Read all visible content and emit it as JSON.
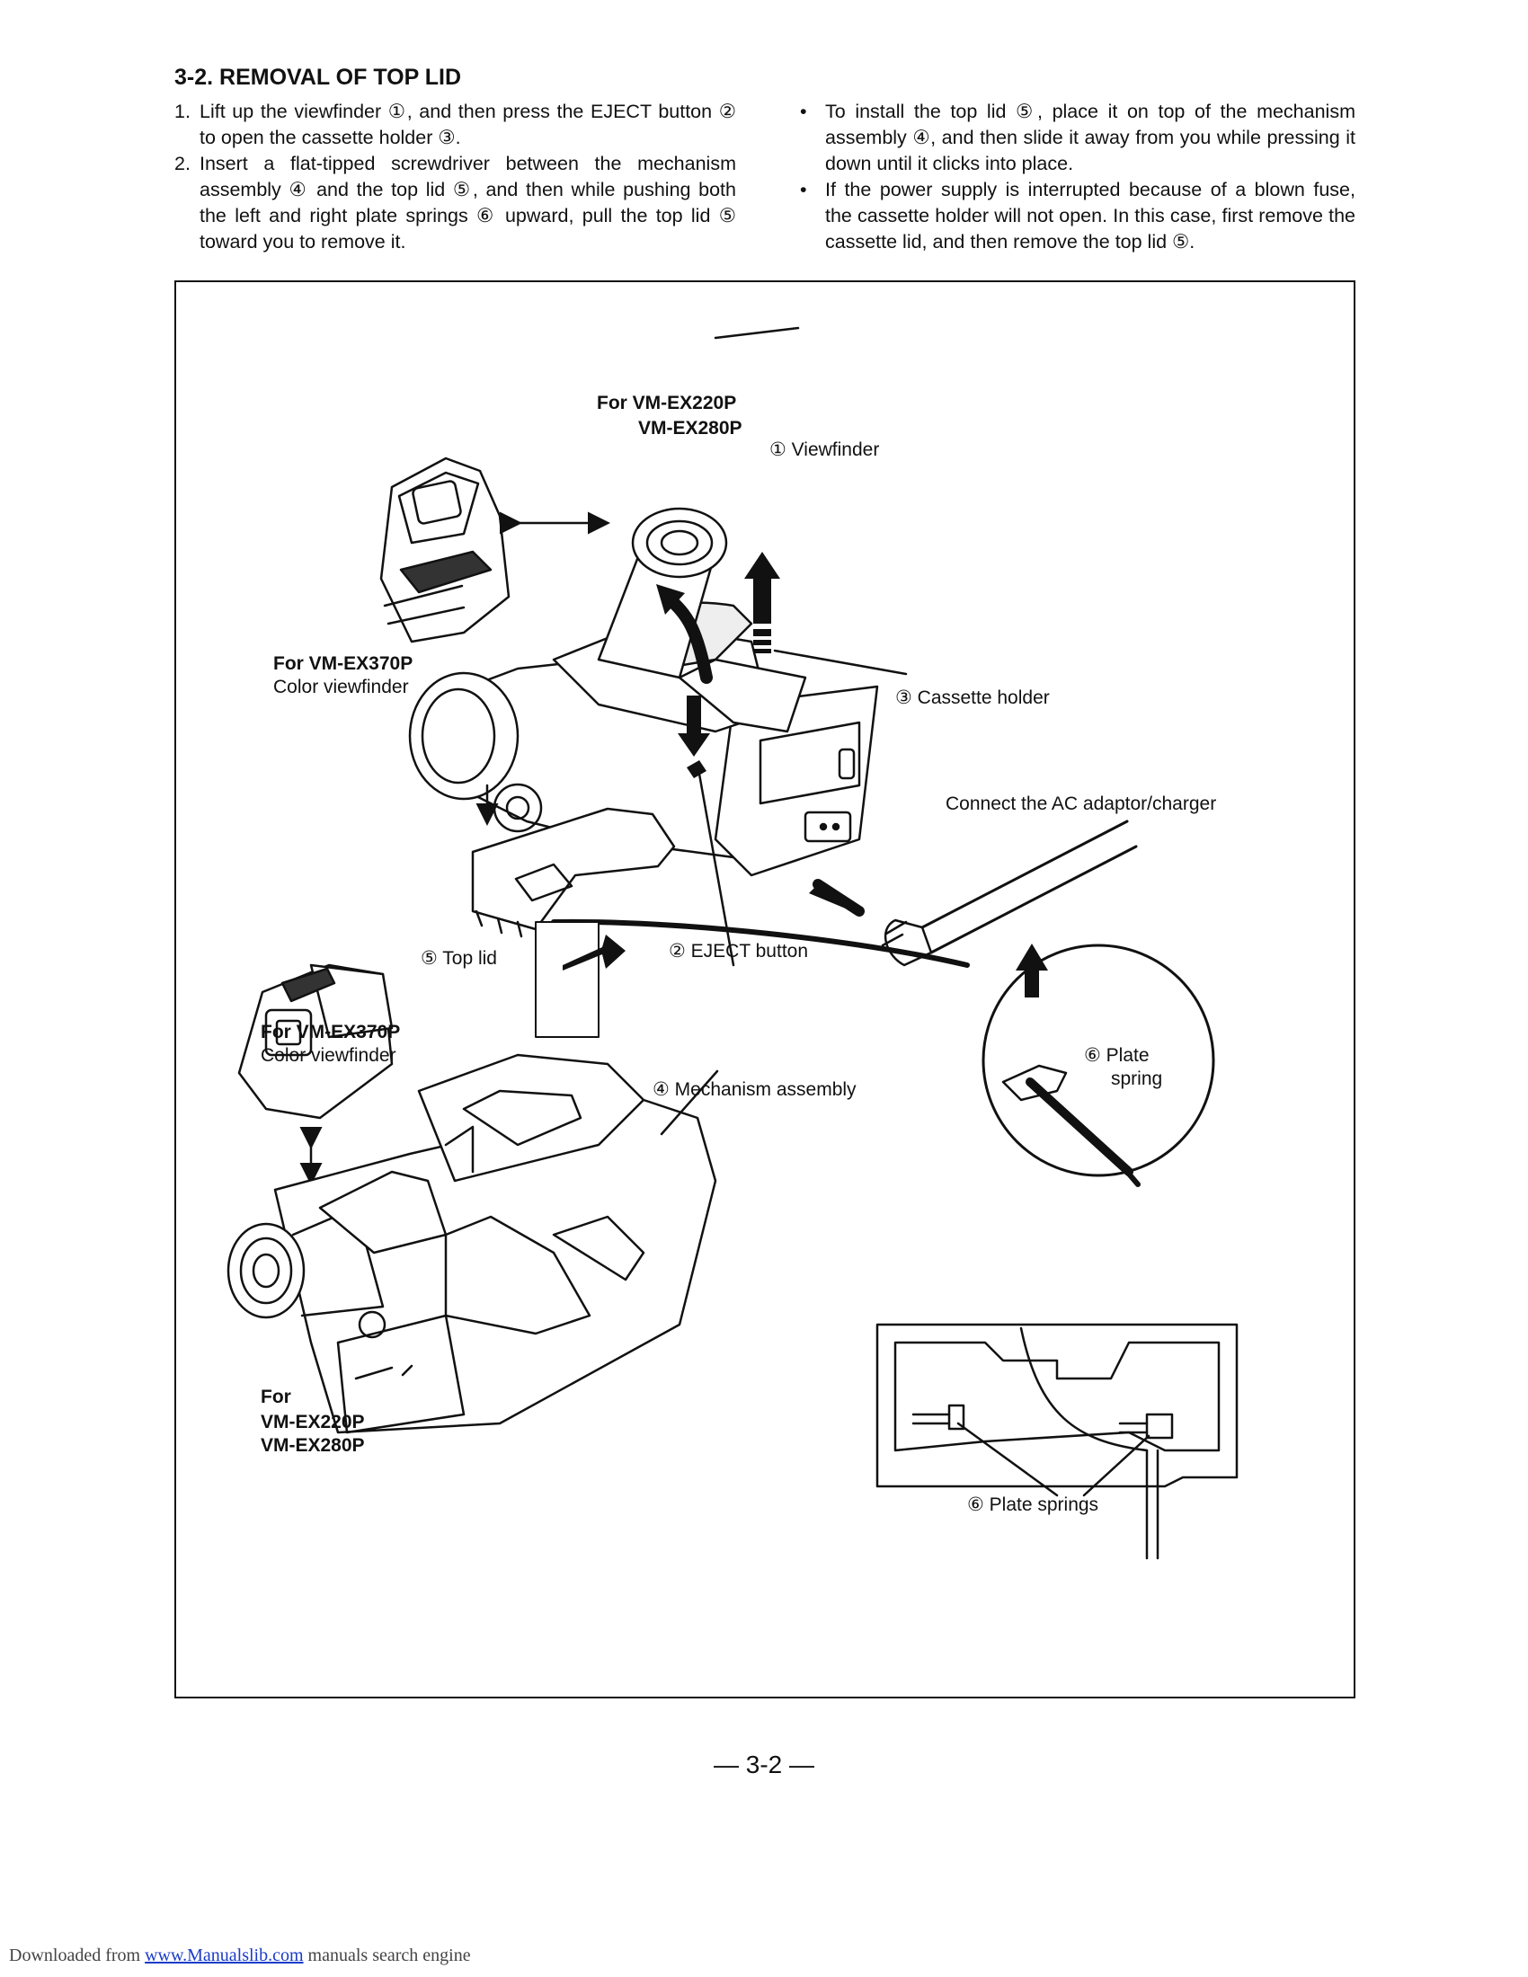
{
  "section": {
    "title": "3-2. REMOVAL OF TOP LID"
  },
  "steps": [
    {
      "num": "1.",
      "text": "Lift up the viewfinder ①, and then press the EJECT button ② to open the cassette holder ③."
    },
    {
      "num": "2.",
      "text": "Insert a flat-tipped screwdriver between the mechanism assembly ④ and the top lid ⑤, and then while pushing both the left and right plate springs ⑥ upward, pull the top lid ⑤ toward you to remove it."
    }
  ],
  "notes": [
    {
      "bullet": "•",
      "text": "To install the top lid ⑤, place it on top of the mechanism assembly ④, and then slide it away from you while pressing it down until it clicks into place."
    },
    {
      "bullet": "•",
      "text": "If the power supply is interrupted because of a blown fuse, the cassette holder will not open. In this case, first remove the cassette lid, and then remove the top lid ⑤."
    }
  ],
  "figure": {
    "model_top_1": "For VM-EX220P",
    "model_top_2": "VM-EX280P",
    "viewfinder": "① Viewfinder",
    "for_ex370p_top": "For VM-EX370P",
    "color_viewfinder_top": "Color viewfinder",
    "cassette_holder": "③ Cassette holder",
    "ac_adaptor": "Connect the AC adaptor/charger",
    "eject_button": "② EJECT button",
    "top_lid": "⑤ Top lid",
    "for_ex370p_bottom": "For VM-EX370P",
    "color_viewfinder_bottom": "Color viewfinder",
    "plate_spring_1": "⑥ Plate",
    "plate_spring_2": "spring",
    "mechanism_assembly": "④ Mechanism assembly",
    "for_bottom": "For",
    "model_bottom_1": "VM-EX220P",
    "model_bottom_2": "VM-EX280P",
    "plate_springs": "⑥ Plate springs"
  },
  "page_number": "— 3-2 —",
  "footer": {
    "prefix": "Downloaded from ",
    "link": "www.Manualslib.com",
    "suffix": " manuals search engine"
  }
}
